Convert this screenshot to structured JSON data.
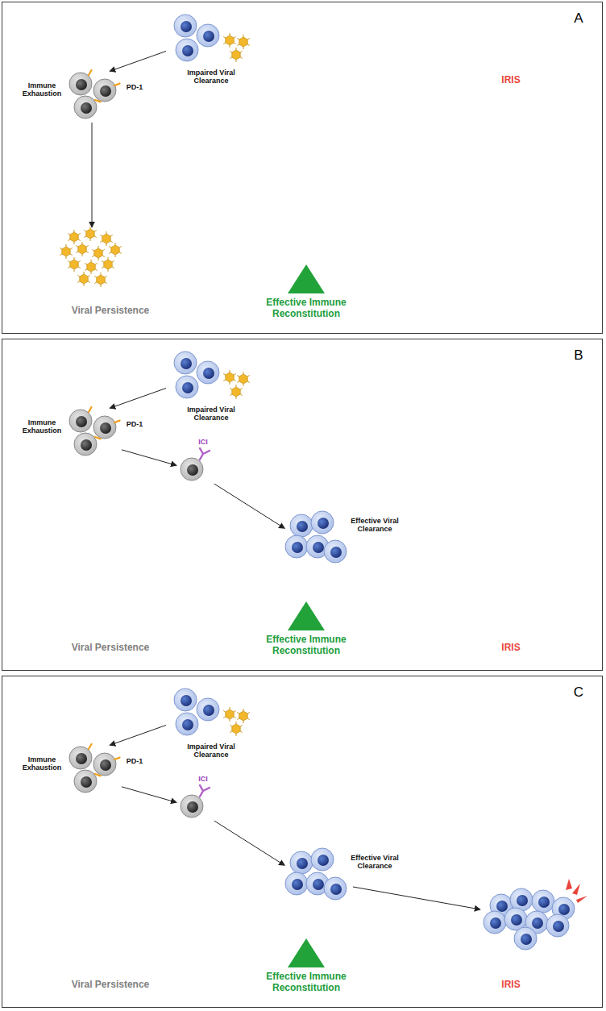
{
  "diagram": {
    "nodes": [
      {
        "text": [
          "A"
        ]
      },
      {
        "text": [
          "Impaired Viral Clearance"
        ],
        "in": 0
      },
      {
        "text": [
          "Immune Exhaustion",
          "PD-1"
        ],
        "in": 0
      },
      {
        "text": [
          "B"
        ]
      },
      {
        "text": [
          "Impaired Viral Clearance"
        ],
        "in": 3
      },
      {
        "text": [
          "Immune Exhaustion",
          "PD-1"
        ],
        "in": 3
      },
      {
        "text": [
          "ICI"
        ],
        "in": 3
      },
      {
        "text": [
          "Effective Viral Clearance"
        ],
        "in": 3
      },
      {
        "text": [
          "C"
        ]
      },
      {
        "text": [
          "Impaired Viral Clearance"
        ],
        "in": 8
      },
      {
        "text": [
          "Immune Exhaustion",
          "PD-1"
        ],
        "in": 8
      },
      {
        "text": [
          "ICI"
        ],
        "in": 8
      },
      {
        "text": [
          "Effective Viral Clearance"
        ],
        "in": 8
      }
    ],
    "edges": [
      {
        "from": 1,
        "to": 2,
        "arrow": "to"
      },
      {
        "from": 4,
        "to": 5,
        "arrow": "to"
      },
      {
        "from": 5,
        "to": 6,
        "arrow": "to"
      },
      {
        "from": 6,
        "to": 7,
        "arrow": "to"
      },
      {
        "from": 9,
        "to": 10,
        "arrow": "to"
      },
      {
        "from": 10,
        "to": 11,
        "arrow": "to"
      },
      {
        "from": 11,
        "to": 12,
        "arrow": "to"
      }
    ],
    "labels": [
      "Viral Persistence",
      "Effective Immune Reconstitution",
      "IRIS",
      "Viral Persistence",
      "Effective Immune Reconstitution",
      "IRIS",
      "Viral Persistence",
      "Effective Immune Reconstitution",
      "IRIS"
    ]
  }
}
